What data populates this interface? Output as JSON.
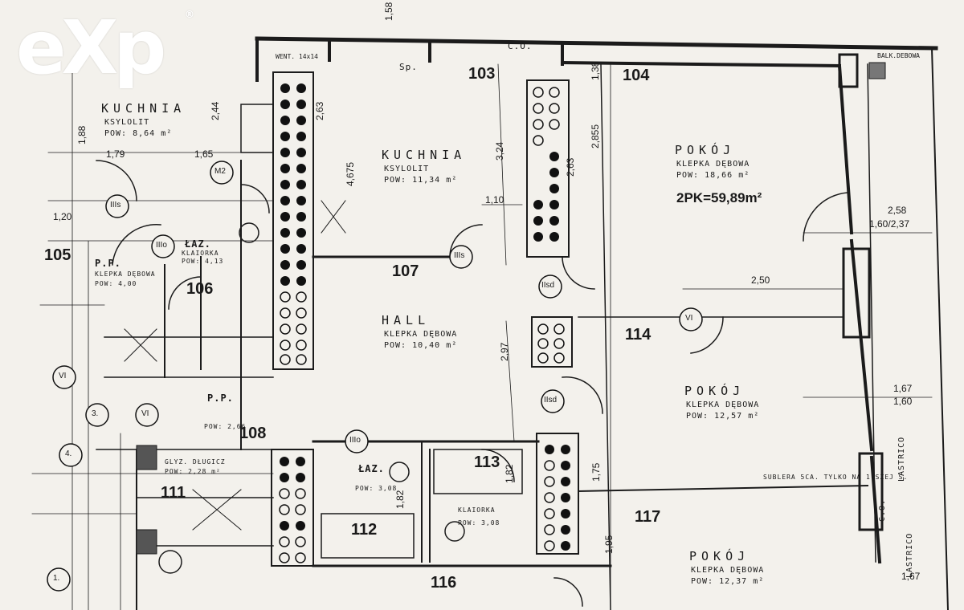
{
  "logo": {
    "brand": "eXp",
    "registered": "®"
  },
  "plan": {
    "rooms": [
      {
        "number": "103"
      },
      {
        "number": "104"
      },
      {
        "number": "105"
      },
      {
        "number": "106"
      },
      {
        "number": "107"
      },
      {
        "number": "108"
      },
      {
        "number": "111"
      },
      {
        "number": "112"
      },
      {
        "number": "113"
      },
      {
        "number": "114"
      },
      {
        "number": "116"
      },
      {
        "number": "117"
      }
    ],
    "labels": {
      "kuchnia_left": "KUCHNIA",
      "kuchnia_left_floor": "KSYLOLIT",
      "kuchnia_left_area": "POW: 8,64 m²",
      "kuchnia_center": "KUCHNIA",
      "kuchnia_center_floor": "KSYLOLIT",
      "kuchnia_center_area": "POW: 11,34 m²",
      "pokoj_top": "POKÓJ",
      "pokoj_top_floor": "KLEPKA DĘBOWA",
      "pokoj_top_area": "POW: 18,66 m²",
      "apartment_total": "2PK=59,89m²",
      "hall": "HALL",
      "hall_floor": "KLEPKA DĘBOWA",
      "hall_area": "POW: 10,40 m²",
      "pokoj_mid": "POKÓJ",
      "pokoj_mid_floor": "KLEPKA DĘBOWA",
      "pokoj_mid_area": "POW: 12,57 m²",
      "pokoj_bottom": "POKÓJ",
      "pokoj_bottom_floor": "KLEPKA DĘBOWA",
      "pokoj_bottom_area": "POW: 12,37 m²",
      "laz_left": "ŁAZ.",
      "laz_left_sub": "KLAIORKA",
      "laz_left_area": "POW: 4,13",
      "laz_center": "ŁAZ.",
      "laz_center_area": "POW: 3,08",
      "laz_right_sub": "KLAIORKA",
      "laz_right_area": "POW: 3,08",
      "pp_left": "P.P.",
      "pp_left_floor": "KLEPKA DĘBOWA",
      "pp_left_area": "POW: 4,00",
      "pp_mid": "P.P.",
      "pp_mid_area": "POW: 2,66",
      "schowek": "GLYZ. DŁUGICZ",
      "schowek_area": "POW: 2,28 m²",
      "balcony_note": "SUBLERA 5CA. TYLKO NA 1-SZEJ S.",
      "lastrico_1": "LASTRICO",
      "lastrico_2": "LASTRICO",
      "co_1": "C.O.",
      "co_2": "C.O.",
      "sp": "Sp.",
      "vent": "WENT. 14x14",
      "balcony_right": "BALK.DEBOWA"
    },
    "door_marks": [
      "IIIs",
      "IIIo",
      "IIIs",
      "IIsd",
      "VI",
      "VI",
      "VI",
      "IIsd",
      "IIIo",
      "M2"
    ],
    "circle_marks": [
      "1.",
      "3.",
      "4."
    ],
    "dimensions": [
      "2,44",
      "1,88",
      "1,79",
      "1,65",
      "1,20",
      "2,58",
      "1,60/2,37",
      "2,50",
      "1,67",
      "1,60",
      "1,67",
      "3,24",
      "2,855",
      "2,97",
      "1,10",
      "1,82",
      "1,82",
      "1,38",
      "1,58",
      "4,675",
      "1,75",
      "1,95",
      "2,63",
      "2,63"
    ]
  }
}
